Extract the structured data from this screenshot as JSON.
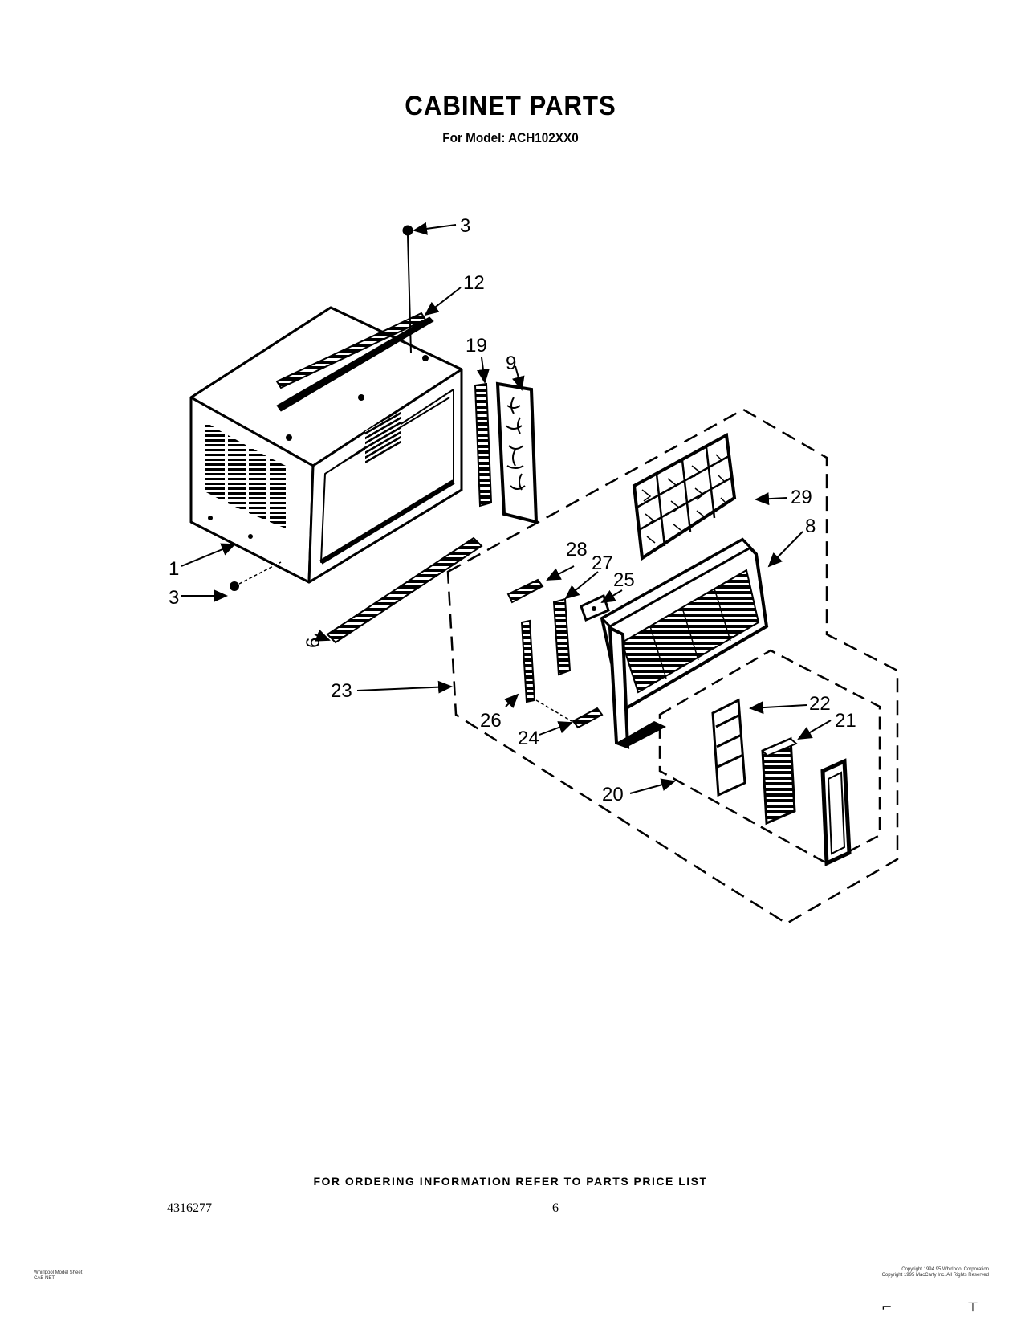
{
  "header": {
    "title": "CABINET PARTS",
    "subtitle": "For Model: ACH102XX0"
  },
  "callouts": [
    {
      "id": "c3a",
      "label": "3"
    },
    {
      "id": "c12",
      "label": "12"
    },
    {
      "id": "c19",
      "label": "19"
    },
    {
      "id": "c9",
      "label": "9"
    },
    {
      "id": "c29",
      "label": "29"
    },
    {
      "id": "c8",
      "label": "8"
    },
    {
      "id": "c1",
      "label": "1"
    },
    {
      "id": "c3b",
      "label": "3"
    },
    {
      "id": "c28",
      "label": "28"
    },
    {
      "id": "c27",
      "label": "27"
    },
    {
      "id": "c25",
      "label": "25"
    },
    {
      "id": "c6",
      "label": "6"
    },
    {
      "id": "c23",
      "label": "23"
    },
    {
      "id": "c22",
      "label": "22"
    },
    {
      "id": "c21",
      "label": "21"
    },
    {
      "id": "c26",
      "label": "26"
    },
    {
      "id": "c24",
      "label": "24"
    },
    {
      "id": "c20",
      "label": "20"
    }
  ],
  "footer": {
    "ordering_note": "FOR ORDERING INFORMATION REFER TO PARTS PRICE LIST",
    "doc_number": "4316277",
    "page_number": "6",
    "left_fineprint": [
      "Whirlpool Model Sheet",
      "CAB NET"
    ],
    "right_fineprint": [
      "Copyright 1994 95 Whirlpool Corporation",
      "Copyright 1995 MacCarty Inc. All Rights Reserved"
    ]
  }
}
